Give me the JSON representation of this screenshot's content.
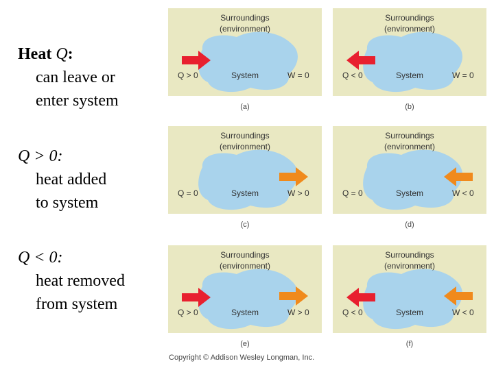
{
  "text": {
    "block1": {
      "head_bold": "Heat",
      "head_italic": "Q",
      "head_colon": ":",
      "line2": "can leave or",
      "line3": "enter system"
    },
    "block2": {
      "head": "Q > 0:",
      "line2": "heat added",
      "line3": "to system"
    },
    "block3": {
      "head": "Q < 0:",
      "line2": "heat removed",
      "line3": "from system"
    }
  },
  "panels": {
    "a": {
      "surroundings": "Surroundings",
      "environment": "(environment)",
      "system": "System",
      "q_label": "Q > 0",
      "w_label": "W = 0",
      "caption": "(a)"
    },
    "b": {
      "surroundings": "Surroundings",
      "environment": "(environment)",
      "system": "System",
      "q_label": "Q < 0",
      "w_label": "W = 0",
      "caption": "(b)"
    },
    "c": {
      "surroundings": "Surroundings",
      "environment": "(environment)",
      "system": "System",
      "q_label": "Q = 0",
      "w_label": "W > 0",
      "caption": "(c)"
    },
    "d": {
      "surroundings": "Surroundings",
      "environment": "(environment)",
      "system": "System",
      "q_label": "Q = 0",
      "w_label": "W < 0",
      "caption": "(d)"
    },
    "e": {
      "surroundings": "Surroundings",
      "environment": "(environment)",
      "system": "System",
      "q_label": "Q > 0",
      "w_label": "W > 0",
      "caption": "(e)"
    },
    "f": {
      "surroundings": "Surroundings",
      "environment": "(environment)",
      "system": "System",
      "q_label": "Q < 0",
      "w_label": "W < 0",
      "caption": "(f)"
    }
  },
  "copyright": "Copyright © Addison Wesley Longman, Inc.",
  "colors": {
    "panel_bg": "#e9e8c2",
    "system_blob": "#a9d3ec",
    "heat_arrow": "#e8202f",
    "work_arrow": "#f08a1c"
  }
}
